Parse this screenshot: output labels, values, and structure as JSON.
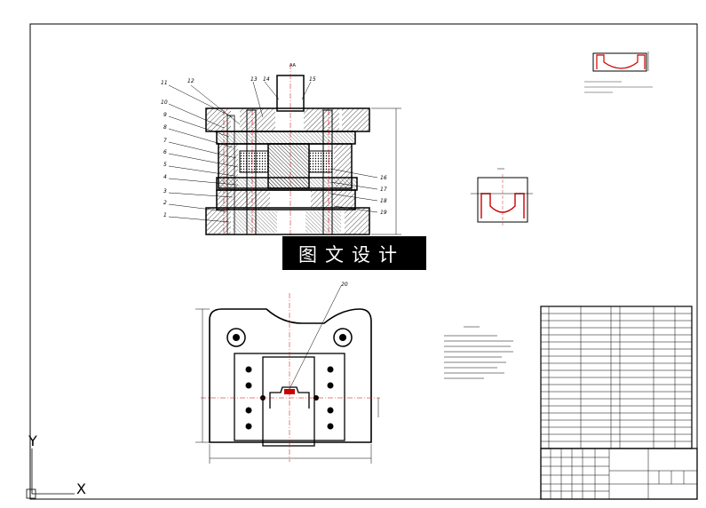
{
  "drawing": {
    "watermark": "图文设计",
    "axis_y": "Y",
    "axis_x": "X",
    "top_label": "AA",
    "part_labels_left": [
      "11",
      "12",
      "10",
      "9",
      "8",
      "7",
      "6",
      "5",
      "4",
      "3",
      "2",
      "1"
    ],
    "part_labels_top": [
      "13",
      "14",
      "15"
    ],
    "part_labels_right": [
      "16",
      "17",
      "18",
      "19"
    ],
    "bottom_callout": "20",
    "parts_table_rows": 20
  }
}
